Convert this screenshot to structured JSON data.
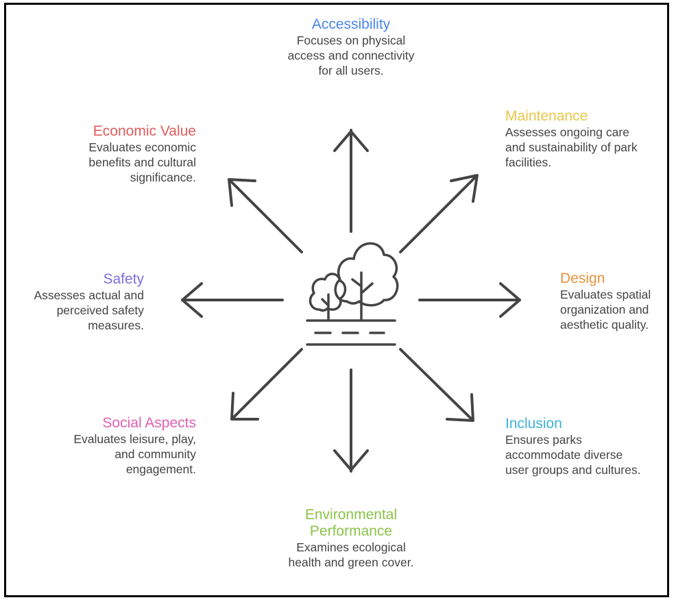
{
  "colors": {
    "accessibility": "#4a86e8",
    "maintenance": "#e8c547",
    "design": "#e8913c",
    "inclusion": "#3fb2d8",
    "environmental": "#8bc34a",
    "social": "#e05fb3",
    "safety": "#7e6ee0",
    "economic": "#e05b5b",
    "line": "#444444"
  },
  "center_icon": "park-trees-path-icon",
  "nodes": {
    "accessibility": {
      "title": "Accessibility",
      "desc": "Focuses on physical access and connectivity for all users."
    },
    "maintenance": {
      "title": "Maintenance",
      "desc": "Assesses ongoing care and sustainability of park facilities."
    },
    "design": {
      "title": "Design",
      "desc": "Evaluates spatial organization and aesthetic quality."
    },
    "inclusion": {
      "title": "Inclusion",
      "desc": "Ensures parks accommodate diverse user groups and cultures."
    },
    "environmental": {
      "title": "Environmental Performance",
      "desc": "Examines ecological health and green cover."
    },
    "social": {
      "title": "Social Aspects",
      "desc": "Evaluates leisure, play, and community engagement."
    },
    "safety": {
      "title": "Safety",
      "desc": "Assesses actual and perceived safety measures."
    },
    "economic": {
      "title": "Economic Value",
      "desc": "Evaluates economic benefits and cultural significance."
    }
  }
}
